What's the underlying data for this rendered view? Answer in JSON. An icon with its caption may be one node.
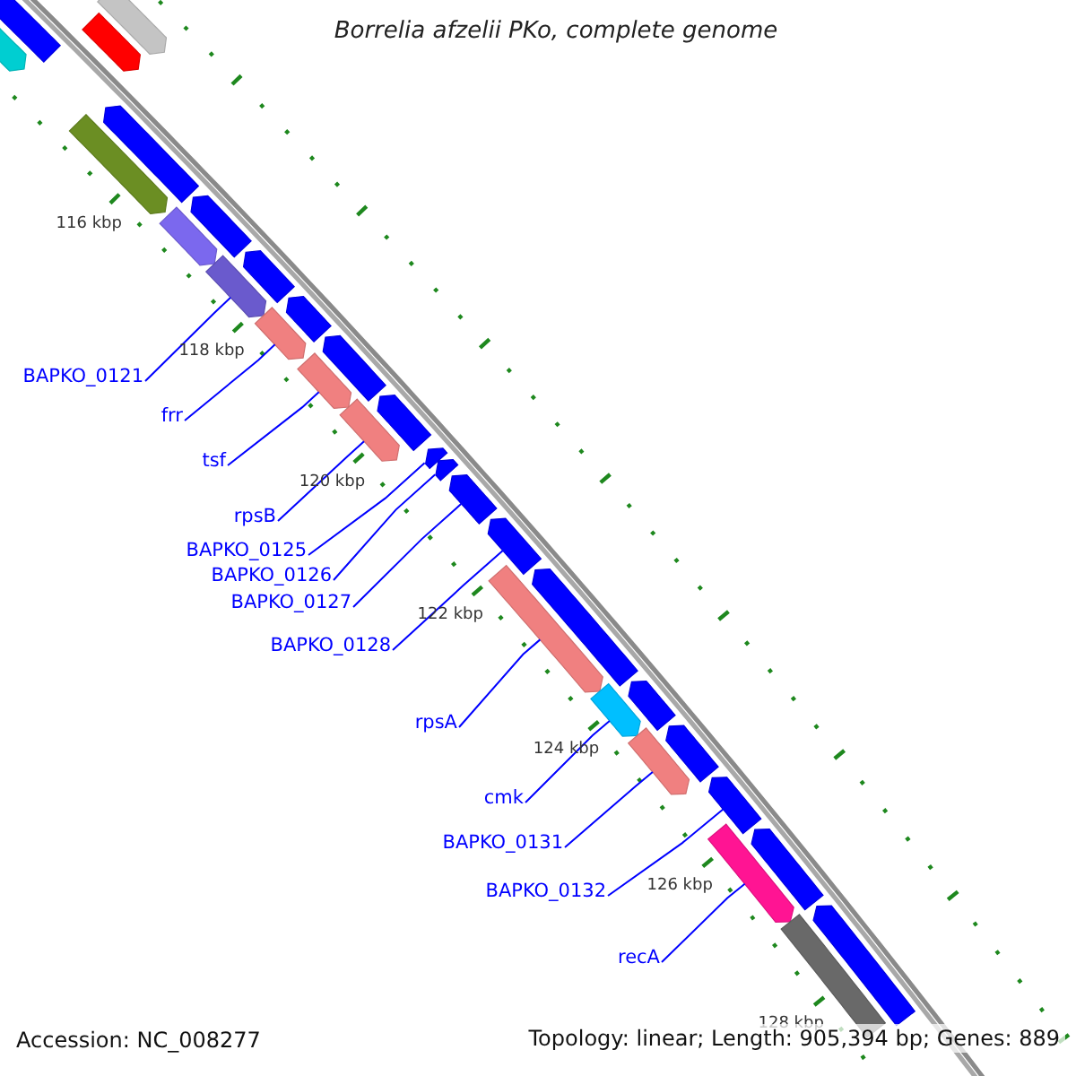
{
  "diagram": {
    "title": "Borrelia afzelii PKo, complete genome",
    "nodes": [
      {
        "text": [
          "BAPKO_0121"
        ]
      },
      {
        "text": [
          "frr"
        ]
      },
      {
        "text": [
          "tsf"
        ]
      },
      {
        "text": [
          "rpsB"
        ]
      },
      {
        "text": [
          "BAPKO_0125"
        ]
      },
      {
        "text": [
          "BAPKO_0126"
        ]
      },
      {
        "text": [
          "BAPKO_0127"
        ]
      },
      {
        "text": [
          "BAPKO_0128"
        ]
      },
      {
        "text": [
          "rpsA"
        ]
      },
      {
        "text": [
          "cmk"
        ]
      },
      {
        "text": [
          "BAPKO_0131"
        ]
      },
      {
        "text": [
          "BAPKO_0132"
        ]
      },
      {
        "text": [
          "recA"
        ]
      },
      {
        "text": [],
        "shape": "bar"
      },
      {
        "text": [],
        "shape": "bar"
      },
      {
        "text": [],
        "shape": "bar"
      },
      {
        "text": [],
        "shape": "bar"
      },
      {
        "text": [],
        "shape": "bar"
      },
      {
        "text": [],
        "shape": "bar"
      },
      {
        "text": [],
        "shape": "bar"
      },
      {
        "text": [],
        "shape": "bar"
      },
      {
        "text": [],
        "shape": "bar"
      },
      {
        "text": [],
        "shape": "bar"
      },
      {
        "text": [],
        "shape": "bar"
      },
      {
        "text": [],
        "shape": "bar"
      },
      {
        "text": [],
        "shape": "bar"
      },
      {
        "text": [],
        "shape": "bar"
      },
      {
        "text": [],
        "shape": "bar"
      },
      {
        "text": [],
        "shape": "bar"
      },
      {
        "text": [],
        "shape": "bar"
      },
      {
        "text": [],
        "shape": "bar"
      },
      {
        "text": [],
        "shape": "bar"
      },
      {
        "text": [],
        "shape": "bar"
      },
      {
        "text": [],
        "shape": "bar"
      },
      {
        "text": [],
        "shape": "bar"
      },
      {
        "text": [],
        "shape": "bar"
      },
      {
        "text": [],
        "shape": "bar"
      },
      {
        "text": [],
        "shape": "bar"
      },
      {
        "text": [],
        "shape": "bar"
      },
      {
        "text": [],
        "shape": "bar"
      },
      {
        "text": [],
        "shape": "bar"
      },
      {
        "text": [],
        "shape": "bar"
      },
      {
        "text": [],
        "shape": "bar"
      },
      {
        "text": [],
        "shape": "bar"
      }
    ],
    "edges": [
      {
        "from": 0,
        "to": 21,
        "arrow": "none"
      },
      {
        "from": 1,
        "to": 23,
        "arrow": "none"
      },
      {
        "from": 2,
        "to": 26,
        "arrow": "none"
      },
      {
        "from": 3,
        "to": 27,
        "arrow": "none"
      },
      {
        "from": 4,
        "to": 29,
        "arrow": "none"
      },
      {
        "from": 5,
        "to": 30,
        "arrow": "none"
      },
      {
        "from": 6,
        "to": 31,
        "arrow": "none"
      },
      {
        "from": 7,
        "to": 32,
        "arrow": "none"
      },
      {
        "from": 8,
        "to": 33,
        "arrow": "none"
      },
      {
        "from": 9,
        "to": 35,
        "arrow": "none"
      },
      {
        "from": 10,
        "to": 37,
        "arrow": "none"
      },
      {
        "from": 11,
        "to": 39,
        "arrow": "none"
      },
      {
        "from": 12,
        "to": 40,
        "arrow": "none"
      }
    ],
    "labels": [
      "116 kbp",
      "118 kbp",
      "120 kbp",
      "122 kbp",
      "124 kbp",
      "126 kbp",
      "128 kbp",
      "Accession: NC_008277",
      "Topology: linear; Length: 905,394 bp; Genes: 889"
    ]
  }
}
